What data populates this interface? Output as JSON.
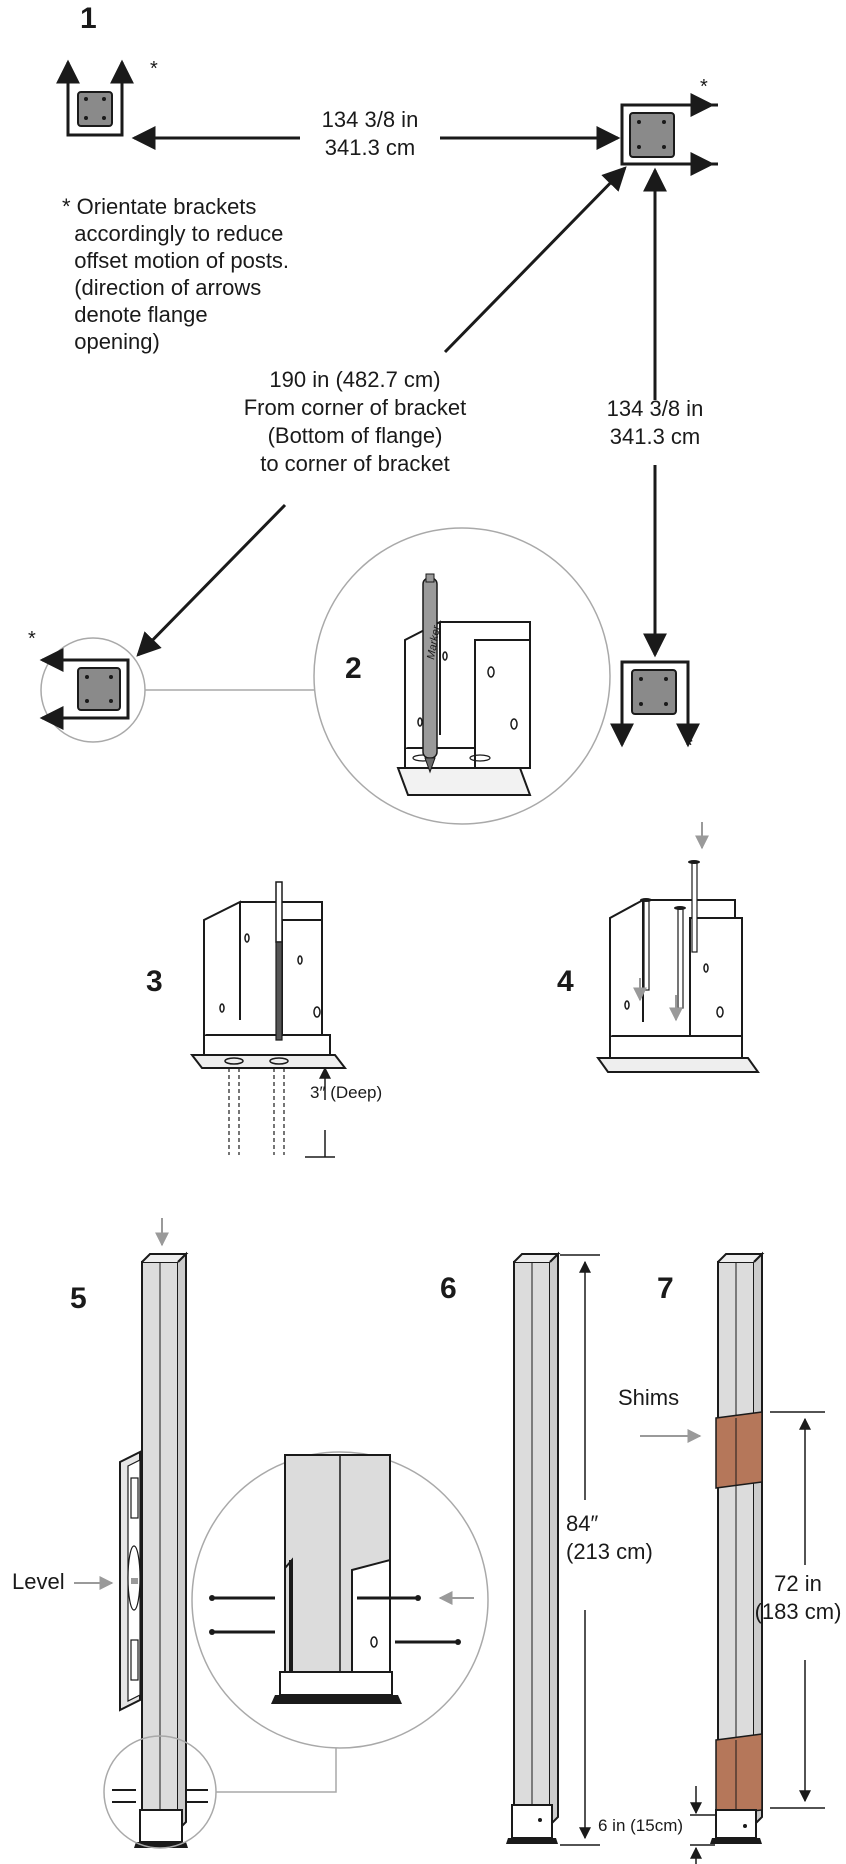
{
  "steps": {
    "s1": "1",
    "s2": "2",
    "s3": "3",
    "s4": "4",
    "s5": "5",
    "s6": "6",
    "s7": "7"
  },
  "step1": {
    "star": "*",
    "top_distance": [
      "134 3/8 in",
      "341.3 cm"
    ],
    "right_distance": [
      "134 3/8 in",
      "341.3 cm"
    ],
    "diagonal": [
      "190 in (482.7 cm)",
      "From corner of bracket",
      "(Bottom of flange)",
      "to corner of bracket"
    ],
    "note": "* Orientate brackets\n  accordingly to reduce\n  offset motion of posts.\n  (direction of arrows\n  denote flange\n  opening)"
  },
  "step2": {
    "marker_text": "Marker"
  },
  "step3": {
    "depth_label": "3″ (Deep)"
  },
  "step5": {
    "level_label": "Level"
  },
  "step6": {
    "height_label": [
      "84″",
      "(213 cm)"
    ]
  },
  "step7": {
    "shims_label": "Shims",
    "spacing_label": [
      "72 in",
      "(183 cm)"
    ],
    "bottom_label": "6 in (15cm)"
  },
  "colors": {
    "line": "#1a1a1a",
    "gray_arrow": "#9a9a9a",
    "bracket_fill": "#8a8a8a",
    "post_fill": "#dcdcdc",
    "shim_fill": "#b5775a",
    "circle_stroke": "#a9a9a9"
  }
}
